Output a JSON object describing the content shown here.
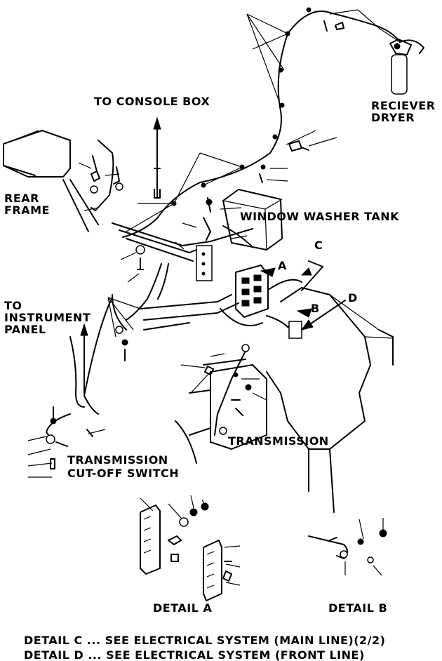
{
  "labels": {
    "to_console_box": "TO CONSOLE BOX",
    "receiver_dryer_line1": "RECIEVER",
    "receiver_dryer_line2": "DRYER",
    "rear_frame_line1": "REAR",
    "rear_frame_line2": "FRAME",
    "window_washer_tank": "WINDOW WASHER TANK",
    "callout_a": "A",
    "callout_b": "B",
    "callout_c": "C",
    "callout_d": "D",
    "to_instrument_panel_line1": "TO",
    "to_instrument_panel_line2": "INSTRUMENT",
    "to_instrument_panel_line3": "PANEL",
    "transmission": "TRANSMISSION",
    "cutoff_switch_line1": "TRANSMISSION",
    "cutoff_switch_line2": "CUT-OFF SWITCH",
    "detail_a": "DETAIL A",
    "detail_b": "DETAIL B"
  },
  "notes": [
    "DETAIL C ... SEE ELECTRICAL SYSTEM (MAIN LINE)(2/2)",
    "DETAIL D ... SEE ELECTRICAL SYSTEM (FRONT LINE)"
  ],
  "colors": {
    "ink": "#000000",
    "paper": "#ffffff"
  }
}
